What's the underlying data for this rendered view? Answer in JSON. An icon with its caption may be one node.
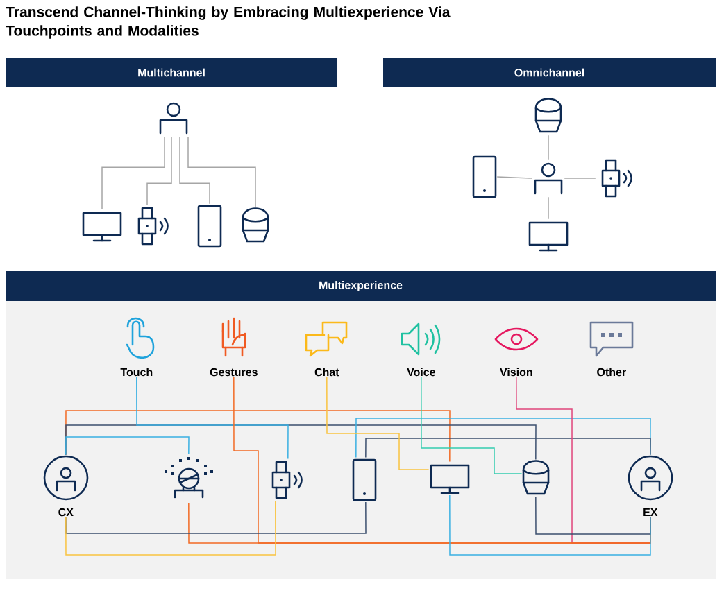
{
  "diagram": {
    "title": "Transcend Channel-Thinking by Embracing Multiexperience Via Touchpoints and Modalities",
    "nodes": [
      {
        "text": [
          "Multichannel"
        ]
      },
      {
        "text": [
          "Omnichannel"
        ]
      },
      {
        "text": [
          "Multiexperience"
        ]
      },
      {
        "text": [],
        "shape": "person"
      },
      {
        "text": [],
        "shape": "monitor"
      },
      {
        "text": [],
        "shape": "watch"
      },
      {
        "text": [],
        "shape": "phone"
      },
      {
        "text": [],
        "shape": "speaker"
      },
      {
        "text": [],
        "shape": "speaker"
      },
      {
        "text": [],
        "shape": "phone"
      },
      {
        "text": [],
        "shape": "person"
      },
      {
        "text": [],
        "shape": "watch"
      },
      {
        "text": [],
        "shape": "monitor"
      },
      {
        "text": [
          "Touch"
        ],
        "in": 2
      },
      {
        "text": [
          "Gestures"
        ],
        "in": 2
      },
      {
        "text": [
          "Chat"
        ],
        "in": 2
      },
      {
        "text": [
          "Voice"
        ],
        "in": 2
      },
      {
        "text": [
          "Vision"
        ],
        "in": 2
      },
      {
        "text": [
          "Other"
        ],
        "in": 2
      },
      {
        "text": [
          "CX"
        ],
        "in": 2
      },
      {
        "text": [],
        "shape": "robot",
        "in": 2
      },
      {
        "text": [],
        "shape": "watch",
        "in": 2
      },
      {
        "text": [],
        "shape": "phone",
        "in": 2
      },
      {
        "text": [],
        "shape": "monitor",
        "in": 2
      },
      {
        "text": [],
        "shape": "speaker",
        "in": 2
      },
      {
        "text": [
          "EX"
        ],
        "in": 2
      }
    ],
    "edges": [
      {
        "from": 3,
        "to": 4,
        "arrow": "none"
      },
      {
        "from": 3,
        "to": 5,
        "arrow": "none"
      },
      {
        "from": 3,
        "to": 6,
        "arrow": "none"
      },
      {
        "from": 3,
        "to": 7,
        "arrow": "none"
      },
      {
        "from": 10,
        "to": 8,
        "arrow": "none"
      },
      {
        "from": 10,
        "to": 9,
        "arrow": "none"
      },
      {
        "from": 10,
        "to": 11,
        "arrow": "none"
      },
      {
        "from": 10,
        "to": 12,
        "arrow": "none"
      },
      {
        "from": 19,
        "to": 23,
        "arrow": "none",
        "color": "#f26a24"
      },
      {
        "from": 19,
        "to": 24,
        "arrow": "none",
        "color": "#3b4f6e"
      },
      {
        "from": 13,
        "to": 21,
        "arrow": "none",
        "color": "#3ab0e2"
      },
      {
        "from": 19,
        "to": 20,
        "arrow": "none",
        "color": "#3ab0e2"
      },
      {
        "from": 22,
        "to": 25,
        "arrow": "none",
        "color": "#3ab0e2"
      },
      {
        "from": 22,
        "to": 25,
        "arrow": "none",
        "color": "#3b4f6e"
      },
      {
        "from": 15,
        "to": 23,
        "arrow": "none",
        "color": "#f9c340"
      },
      {
        "from": 16,
        "to": 24,
        "arrow": "none",
        "color": "#35cdb0"
      },
      {
        "from": 17,
        "to": 25,
        "arrow": "none",
        "color": "#e0457b"
      },
      {
        "from": 14,
        "to": 25,
        "arrow": "none",
        "color": "#f26a24"
      },
      {
        "from": 20,
        "to": 25,
        "arrow": "none",
        "color": "#f26a24"
      },
      {
        "from": 19,
        "to": 22,
        "arrow": "none",
        "color": "#3b4f6e"
      },
      {
        "from": 19,
        "to": 21,
        "arrow": "none",
        "color": "#f9c340"
      },
      {
        "from": 24,
        "to": 25,
        "arrow": "none",
        "color": "#3b4f6e"
      },
      {
        "from": 23,
        "to": 25,
        "arrow": "none",
        "color": "#3ab0e2"
      }
    ]
  }
}
